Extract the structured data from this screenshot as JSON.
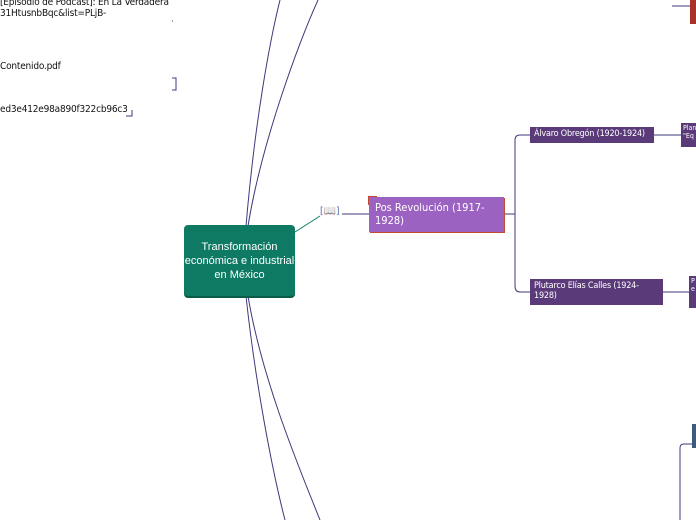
{
  "top_box": {
    "line1": "[Episodio de Podcast]: En La Verdadera",
    "line2": "31HtusnbBqc&list=PLjB-",
    "line3": "Contenido.pdf"
  },
  "hash_line": "ed3e412e98a890f322cb96c3",
  "central": {
    "label": "Transformación económica e industrial en México"
  },
  "pos_revolucion": {
    "label": "Pos Revolución (1917-1928)"
  },
  "obregon": {
    "label": "Álvaro Obregón (1920-1924)"
  },
  "calles": {
    "label": "Plutarco Elías Calles (1924-1928)"
  },
  "right_edge_1": {
    "line1": "Plan",
    "line2": "\"Eq"
  },
  "right_edge_2": {
    "line1": "P",
    "line2": "e"
  },
  "colors": {
    "central": "#0e7a63",
    "pos": "#9b62c1",
    "sub": "#5b3a7a",
    "connector": "#3c3a7a",
    "accent": "#c24a2e"
  },
  "icons": {
    "book": "book-icon"
  }
}
